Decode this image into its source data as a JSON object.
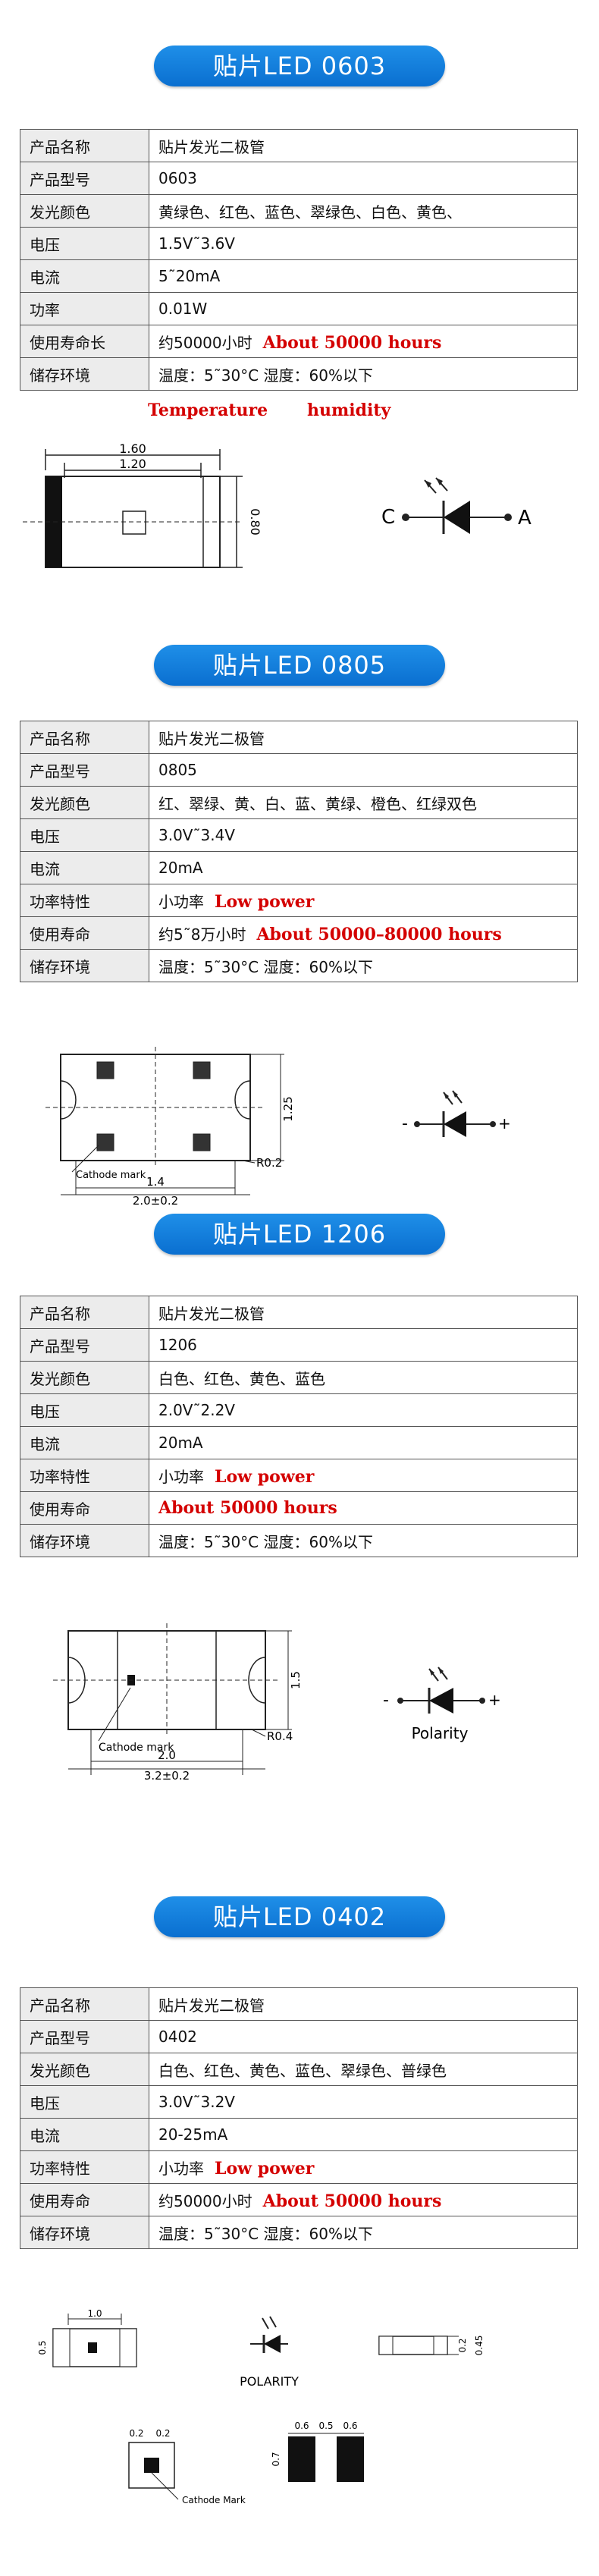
{
  "sections": [
    {
      "title": "贴片LED 0603",
      "rows": [
        {
          "k": "产品名称",
          "v": "贴片发光二极管"
        },
        {
          "k": "产品型号",
          "v": "0603"
        },
        {
          "k": "发光颜色",
          "v": "黄绿色、红色、蓝色、翠绿色、白色、黄色、"
        },
        {
          "k": "电压",
          "v": "1.5V˜3.6V"
        },
        {
          "k": "电流",
          "v": "5˜20mA"
        },
        {
          "k": "功率",
          "v": "0.01W"
        },
        {
          "k": "使用寿命长",
          "v": "约50000小时",
          "note": "About 50000 hours"
        },
        {
          "k": "储存环境",
          "v": "温度：5˜30°C 湿度：60%以下"
        }
      ],
      "annotation_temp": "Temperature",
      "annotation_hum": "humidity",
      "dims": {
        "d1": "1.60",
        "d2": "1.20",
        "d3": "0.80"
      },
      "symbol": {
        "cathode": "C",
        "anode": "A"
      }
    },
    {
      "title": "贴片LED 0805",
      "rows": [
        {
          "k": "产品名称",
          "v": "贴片发光二极管"
        },
        {
          "k": "产品型号",
          "v": "0805"
        },
        {
          "k": "发光颜色",
          "v": "红、翠绿、黄、白、蓝、黄绿、橙色、红绿双色"
        },
        {
          "k": "电压",
          "v": "3.0V˜3.4V"
        },
        {
          "k": "电流",
          "v": "20mA"
        },
        {
          "k": "功率特性",
          "v": "小功率",
          "note": "Low power"
        },
        {
          "k": "使用寿命",
          "v": "约5˜8万小时",
          "note": "About 50000–80000 hours"
        },
        {
          "k": "储存环境",
          "v": "温度：5˜30°C 湿度：60%以下"
        }
      ],
      "dims": {
        "h": "1.25",
        "r": "R0.2",
        "w1": "1.4",
        "w2": "2.0±0.2",
        "mark": "Cathode mark"
      },
      "symbol": {
        "minus": "-",
        "plus": "+"
      }
    },
    {
      "title": "贴片LED 1206",
      "rows": [
        {
          "k": "产品名称",
          "v": "贴片发光二极管"
        },
        {
          "k": "产品型号",
          "v": "1206"
        },
        {
          "k": "发光颜色",
          "v": "白色、红色、黄色、蓝色"
        },
        {
          "k": "电压",
          "v": "2.0V˜2.2V"
        },
        {
          "k": "电流",
          "v": "20mA"
        },
        {
          "k": "功率特性",
          "v": "小功率",
          "note": "Low power"
        },
        {
          "k": "使用寿命",
          "v": "",
          "note": "About 50000 hours"
        },
        {
          "k": "储存环境",
          "v": "温度：5˜30°C 湿度：60%以下"
        }
      ],
      "dims": {
        "h": "1.5",
        "r": "R0.4",
        "w1": "2.0",
        "w2": "3.2±0.2",
        "mark": "Cathode mark"
      },
      "symbol": {
        "minus": "-",
        "plus": "+",
        "label": "Polarity"
      }
    },
    {
      "title": "贴片LED 0402",
      "rows": [
        {
          "k": "产品名称",
          "v": "贴片发光二极管"
        },
        {
          "k": "产品型号",
          "v": "0402"
        },
        {
          "k": "发光颜色",
          "v": "白色、红色、黄色、蓝色、翠绿色、普绿色"
        },
        {
          "k": "电压",
          "v": "3.0V˜3.2V"
        },
        {
          "k": "电流",
          "v": "20-25mA"
        },
        {
          "k": "功率特性",
          "v": "小功率",
          "note": "Low power"
        },
        {
          "k": "使用寿命",
          "v": "约50000小时",
          "note": "About 50000 hours"
        },
        {
          "k": "储存环境",
          "v": "温度：5˜30°C 湿度：60%以下"
        }
      ],
      "dims": {
        "top_w": "1.0",
        "side_h": "0.5",
        "side_a": "0.2",
        "side_b": "0.45",
        "pad1": "0.2",
        "pad2": "0.2",
        "p1": "0.6",
        "p2": "0.5",
        "p3": "0.6",
        "ph": "0.7",
        "mark": "Cathode Mark"
      },
      "symbol": {
        "label": "POLARITY"
      }
    }
  ]
}
